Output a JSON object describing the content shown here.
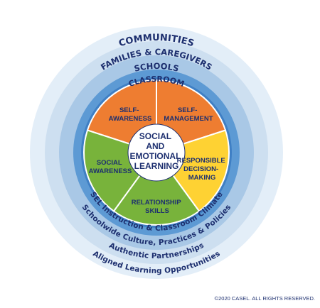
{
  "colors": {
    "communities_ring": "#e3eef8",
    "families_ring": "#cddff0",
    "schools_ring": "#a9c8e6",
    "classroom_ring": "#5d9ad4",
    "classroom_label_ring": "#3f7fc4",
    "self_awareness": "#ee7d31",
    "self_management": "#ee7d31",
    "responsible_decision_making": "#fed233",
    "relationship_skills": "#78b33b",
    "social_awareness": "#78b33b",
    "center": "#ffffff",
    "text_dark": "#1d2f6f",
    "text_white": "#ffffff"
  },
  "rings": {
    "communities": "COMMUNITIES",
    "families": "FAMILIES & CAREGIVERS",
    "schools": "SCHOOLS",
    "classroom": "CLASSROOM",
    "sel_instruction": "SEL Instruction & Classroom Climate",
    "schoolwide": "Schoolwide Culture, Practices & Policies",
    "authentic": "Authentic Partnerships",
    "aligned": "Aligned Learning Opportunities"
  },
  "competencies": {
    "self_awareness": [
      "SELF-",
      "AWARENESS"
    ],
    "self_management": [
      "SELF-",
      "MANAGEMENT"
    ],
    "responsible": [
      "RESPONSIBLE",
      "DECISION-",
      "MAKING"
    ],
    "relationship": [
      "RELATIONSHIP",
      "SKILLS"
    ],
    "social_awareness": [
      "SOCIAL",
      "AWARENESS"
    ]
  },
  "center": [
    "SOCIAL",
    "AND",
    "EMOTIONAL",
    "LEARNING"
  ],
  "copyright": "©2020 CASEL. ALL RIGHTS RESERVED."
}
